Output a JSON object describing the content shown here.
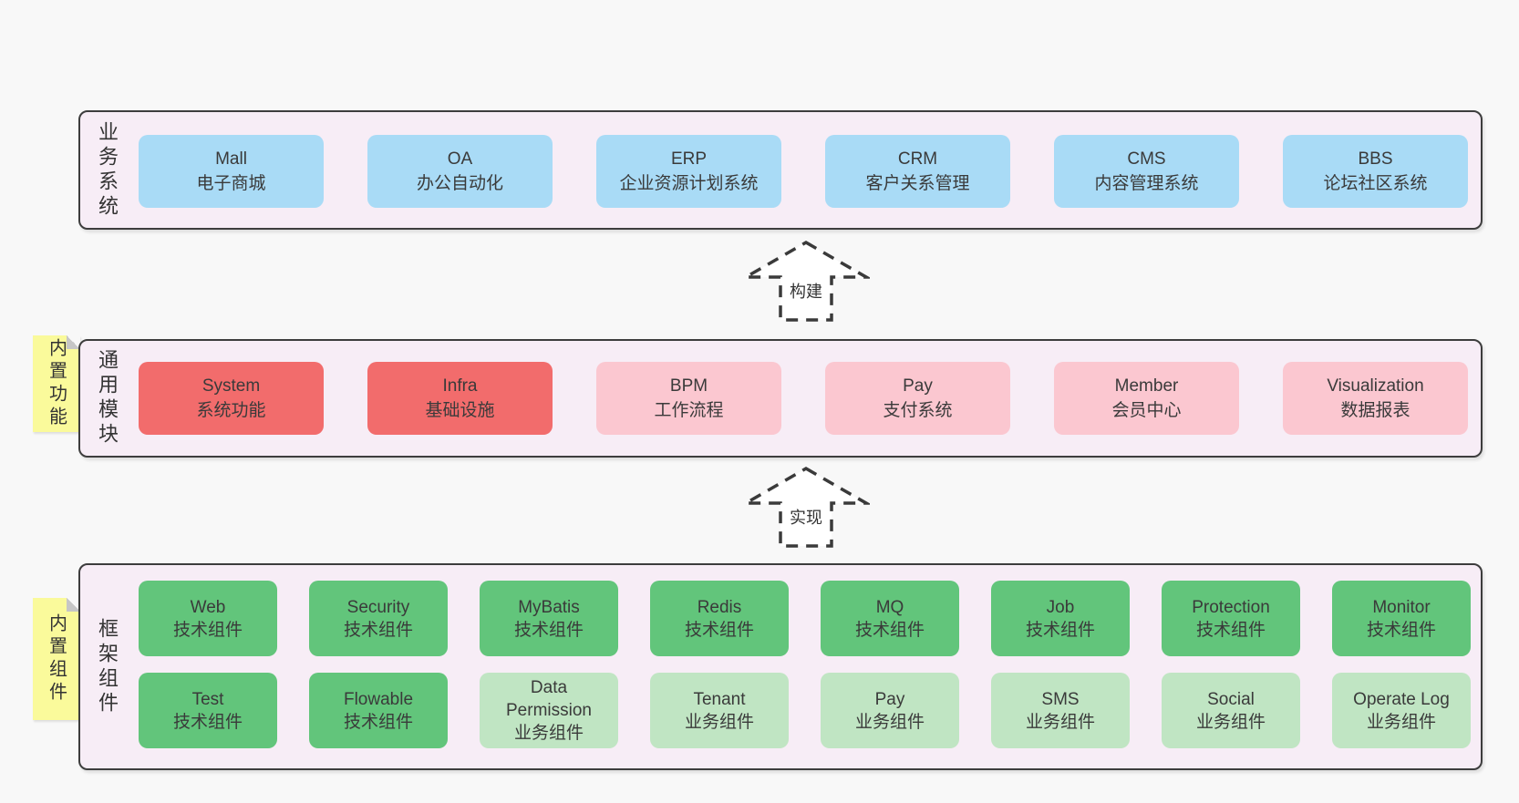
{
  "diagram": {
    "colors": {
      "page_bg": "#f8f8f8",
      "panel_bg": "#f7edf6",
      "panel_border": "#3d3d3d",
      "blue_box": "#a9dbf6",
      "red_box": "#f26c6c",
      "pink_box": "#fbc7d0",
      "green_box": "#62c57b",
      "light_green_box": "#c0e5c3",
      "sticky_bg": "#fafa9b",
      "text": "#3a3a3a"
    }
  },
  "arrows": [
    {
      "label": "构建"
    },
    {
      "label": "实现"
    }
  ],
  "layers": [
    {
      "id": "business-systems",
      "label": "业务系统",
      "boxes": [
        {
          "name": "Mall",
          "subtitle": "电子商城",
          "type": "blue"
        },
        {
          "name": "OA",
          "subtitle": "办公自动化",
          "type": "blue"
        },
        {
          "name": "ERP",
          "subtitle": "企业资源计划系统",
          "type": "blue"
        },
        {
          "name": "CRM",
          "subtitle": "客户关系管理",
          "type": "blue"
        },
        {
          "name": "CMS",
          "subtitle": "内容管理系统",
          "type": "blue"
        },
        {
          "name": "BBS",
          "subtitle": "论坛社区系统",
          "type": "blue"
        }
      ]
    },
    {
      "id": "common-modules",
      "label": "通用模块",
      "sticky": "内置功能",
      "boxes": [
        {
          "name": "System",
          "subtitle": "系统功能",
          "type": "red"
        },
        {
          "name": "Infra",
          "subtitle": "基础设施",
          "type": "red"
        },
        {
          "name": "BPM",
          "subtitle": "工作流程",
          "type": "pink"
        },
        {
          "name": "Pay",
          "subtitle": "支付系统",
          "type": "pink"
        },
        {
          "name": "Member",
          "subtitle": "会员中心",
          "type": "pink"
        },
        {
          "name": "Visualization",
          "subtitle": "数据报表",
          "type": "pink"
        }
      ]
    },
    {
      "id": "framework-components",
      "label": "框架组件",
      "sticky": "内置组件",
      "rows": [
        [
          {
            "name": "Web",
            "subtitle": "技术组件",
            "type": "green"
          },
          {
            "name": "Security",
            "subtitle": "技术组件",
            "type": "green"
          },
          {
            "name": "MyBatis",
            "subtitle": "技术组件",
            "type": "green"
          },
          {
            "name": "Redis",
            "subtitle": "技术组件",
            "type": "green"
          },
          {
            "name": "MQ",
            "subtitle": "技术组件",
            "type": "green"
          },
          {
            "name": "Job",
            "subtitle": "技术组件",
            "type": "green"
          },
          {
            "name": "Protection",
            "subtitle": "技术组件",
            "type": "green"
          },
          {
            "name": "Monitor",
            "subtitle": "技术组件",
            "type": "green"
          }
        ],
        [
          {
            "name": "Test",
            "subtitle": "技术组件",
            "type": "green"
          },
          {
            "name": "Flowable",
            "subtitle": "技术组件",
            "type": "green"
          },
          {
            "name": "Data Permission",
            "subtitle": "业务组件",
            "type": "lightgreen"
          },
          {
            "name": "Tenant",
            "subtitle": "业务组件",
            "type": "lightgreen"
          },
          {
            "name": "Pay",
            "subtitle": "业务组件",
            "type": "lightgreen"
          },
          {
            "name": "SMS",
            "subtitle": "业务组件",
            "type": "lightgreen"
          },
          {
            "name": "Social",
            "subtitle": "业务组件",
            "type": "lightgreen"
          },
          {
            "name": "Operate Log",
            "subtitle": "业务组件",
            "type": "lightgreen"
          }
        ]
      ]
    }
  ]
}
